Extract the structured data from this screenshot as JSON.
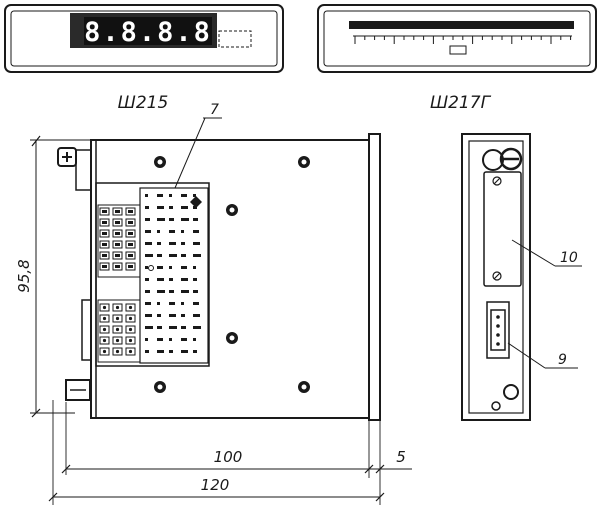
{
  "title_left": "Ш215",
  "title_right": "Ш217Г",
  "display_digits": "8.8.8.8",
  "callouts": {
    "c7": "7",
    "c9": "9",
    "c10": "10"
  },
  "dimensions": {
    "height": "95,8",
    "inner_width": "100",
    "bezel": "5",
    "total_width": "120"
  }
}
